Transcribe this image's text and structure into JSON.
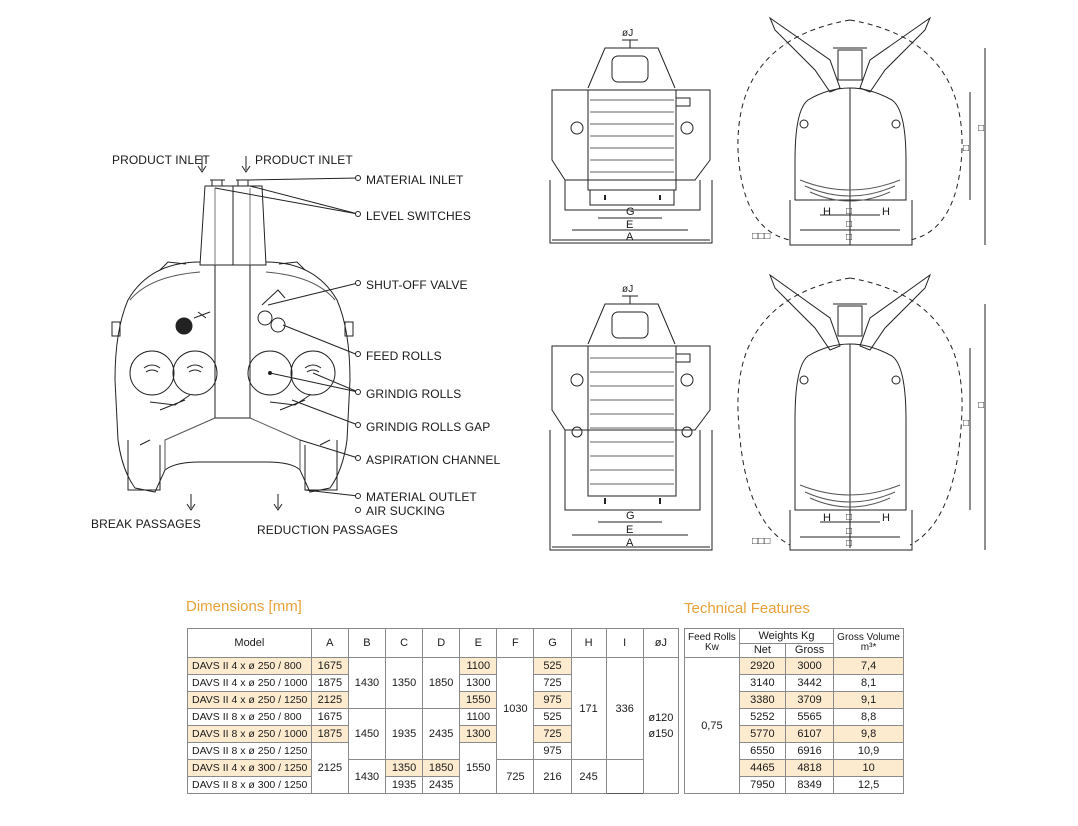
{
  "labels": {
    "product_inlet_left": "PRODUCT INLET",
    "product_inlet_right": "PRODUCT INLET",
    "material_inlet": "MATERIAL INLET",
    "level_switches": "LEVEL SWITCHES",
    "shut_off_valve": "SHUT-OFF VALVE",
    "feed_rolls": "FEED ROLLS",
    "grinding_rolls": "GRINDIG ROLLS",
    "grinding_rolls_gap": "GRINDIG ROLLS GAP",
    "aspiration_channel": "ASPIRATION CHANNEL",
    "material_outlet": "MATERIAL OUTLET",
    "air_sucking": "AIR SUCKING",
    "break_passages": "BREAK PASSAGES",
    "reduction_passages": "REDUCTION PASSAGES"
  },
  "drawing_dims": {
    "j": "øJ",
    "g": "G",
    "e": "E",
    "a": "A",
    "h": "H",
    "box": "□",
    "boxes3": "□□□"
  },
  "dimensions": {
    "title": "Dimensions [mm]",
    "headers": [
      "Model",
      "A",
      "B",
      "C",
      "D",
      "E",
      "F",
      "G",
      "H",
      "I",
      "øJ"
    ],
    "models": [
      "DAVS II 4 x ø 250 / 800",
      "DAVS II 4 x ø 250 / 1000",
      "DAVS II 4 x ø 250 / 1250",
      "DAVS II 8 x ø 250 / 800",
      "DAVS II 8 x ø 250 / 1000",
      "DAVS II 8 x ø 250 / 1250",
      "DAVS II 4 x ø 300 / 1250",
      "DAVS II 8 x ø 300 / 1250"
    ],
    "A": [
      "1675",
      "1875",
      "2125",
      "1675",
      "1875",
      "2125"
    ],
    "B": [
      "1430",
      "1450",
      "1430"
    ],
    "C": [
      "1350",
      "1935",
      "1350",
      "1935"
    ],
    "D": [
      "1850",
      "2435",
      "1850",
      "2435"
    ],
    "E": [
      "1100",
      "1300",
      "1550",
      "1100",
      "1300",
      "1550"
    ],
    "F": "1030",
    "G": [
      "525",
      "725",
      "975",
      "525",
      "725",
      "975",
      "725"
    ],
    "H": [
      "171",
      "216"
    ],
    "I": [
      "336",
      "245"
    ],
    "J": [
      "ø120",
      "ø150"
    ]
  },
  "technical": {
    "title": "Technical Features",
    "feed_rolls_header": "Feed Rolls",
    "feed_rolls_unit": "Kw",
    "weights_header": "Weights Kg",
    "net_header": "Net",
    "gross_header": "Gross",
    "volume_header": "Gross Volume",
    "volume_unit": "m³*",
    "feed_rolls_value": "0,75",
    "net": [
      "2920",
      "3140",
      "3380",
      "5252",
      "5770",
      "6550",
      "4465",
      "7950"
    ],
    "gross": [
      "3000",
      "3442",
      "3709",
      "5565",
      "6107",
      "6916",
      "4818",
      "8349"
    ],
    "volume": [
      "7,4",
      "8,1",
      "9,1",
      "8,8",
      "9,8",
      "10,9",
      "10",
      "12,5"
    ]
  }
}
